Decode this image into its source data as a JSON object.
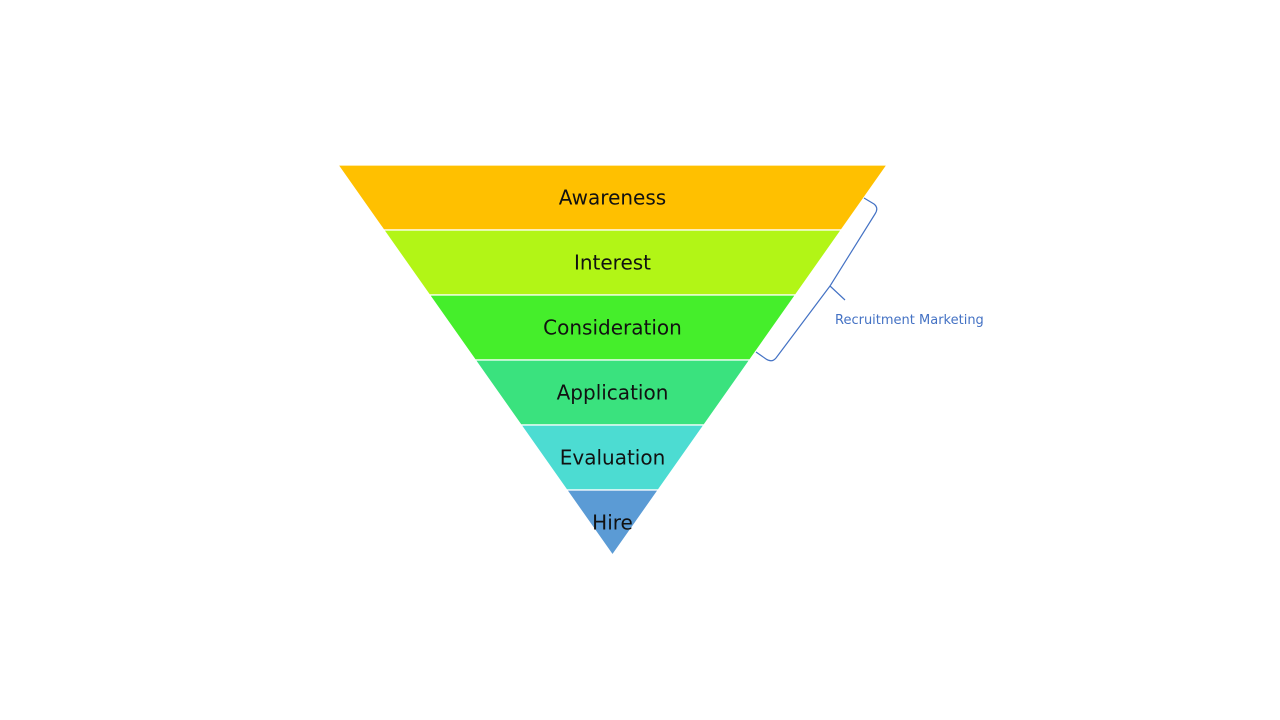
{
  "diagram": {
    "type": "inverted-funnel",
    "stages": [
      {
        "label": "Awareness",
        "color": "#FFC000"
      },
      {
        "label": "Interest",
        "color": "#B2F516"
      },
      {
        "label": "Consideration",
        "color": "#45EE2B"
      },
      {
        "label": "Application",
        "color": "#3AE27E"
      },
      {
        "label": "Evaluation",
        "color": "#4CDCD2"
      },
      {
        "label": "Hire",
        "color": "#5B9BD5"
      }
    ],
    "separator_color": "#FFFFFF",
    "annotation": {
      "label": "Recruitment Marketing",
      "spans_stages": [
        "Awareness",
        "Interest",
        "Consideration"
      ],
      "color": "#4472C4"
    }
  }
}
